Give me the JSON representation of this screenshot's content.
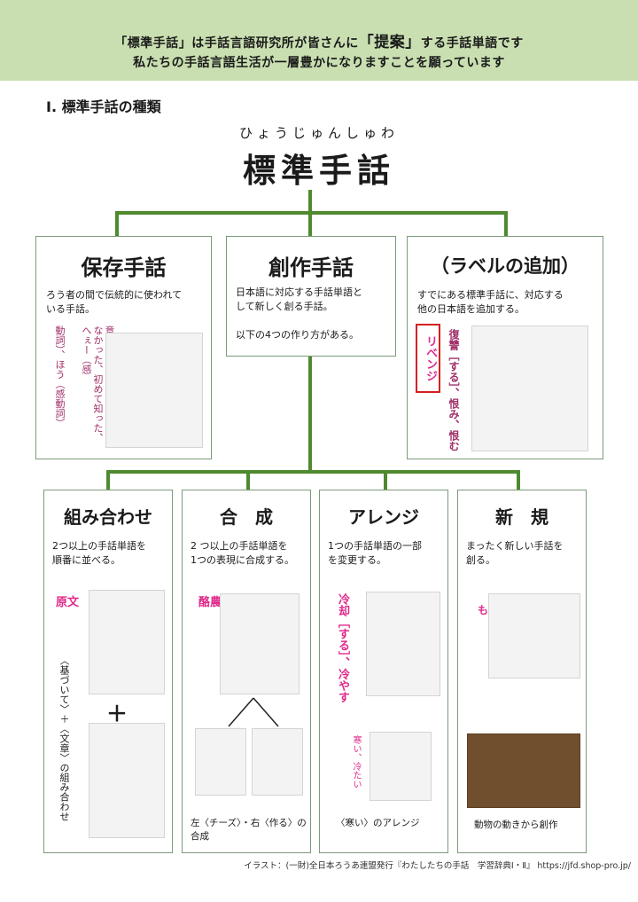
{
  "banner": {
    "line1_pre": "「",
    "line1_key1": "標準手話",
    "line1_mid1": "」は手話言語研究所が皆さんに",
    "line1_open2": "「",
    "line1_key2": "提案",
    "line1_close2": "」",
    "line1_post": "する手話単語です",
    "line2": "私たちの手話言語生活が一層豊かになりますことを願っています"
  },
  "section_title": "Ⅰ. 標準手話の種類",
  "main": {
    "ruby": "ひょうじゅんしゅわ",
    "title": "標準手話"
  },
  "boxes": {
    "hozon": {
      "title": "保存手話",
      "desc": [
        "ろう者の間で伝統的に使われて",
        "いる手話。"
      ],
      "vtext1": "意外、思いがけない、知らなかった、初めて知った、へぇー（感",
      "vtext2": "動詞）、ほう（感動詞）"
    },
    "sousaku": {
      "title": "創作手話",
      "desc": [
        "日本語に対応する手話単語と",
        "して新しく創る手話。",
        "",
        "以下の4つの作り方がある。"
      ]
    },
    "label": {
      "title": "（ラベルの追加）",
      "desc": [
        "すでにある標準手話に、対応する",
        "他の日本語を追加する。"
      ],
      "red": "リベンジ",
      "vtext": "復讐［する］、恨み、恨む"
    },
    "kumiawase": {
      "title": "組み合わせ",
      "desc": [
        "2つ以上の手話単語を",
        "順番に並べる。"
      ],
      "pink": "原文",
      "plus": "＋",
      "vtext": "〈基づいて〉＋〈文章〉の組み合わせ"
    },
    "gousei": {
      "title": "合　成",
      "desc": [
        "2 つ以上の手話単語を",
        "1つの表現に合成する。"
      ],
      "pink": "酪農",
      "caption": [
        "左〈チーズ〉・右〈作る〉の",
        "合成"
      ]
    },
    "arrange": {
      "title": "アレンジ",
      "desc": [
        "1つの手話単語の一部",
        "を変更する。"
      ],
      "vtext": "冷却［する］、冷やす",
      "vtext_small": "寒い、冷たい",
      "caption": "〈寒い〉のアレンジ"
    },
    "shinki": {
      "title": "新　規",
      "desc": [
        "まったく新しい手話を",
        "創る。"
      ],
      "pink": "もぐら",
      "caption": "動物の動きから創作"
    }
  },
  "credit": "イラスト：(一財)全日本ろうあ連盟発行『わたしたちの手話　学習辞典Ⅰ・Ⅱ』 https://jfd.shop-pro.jp/"
}
